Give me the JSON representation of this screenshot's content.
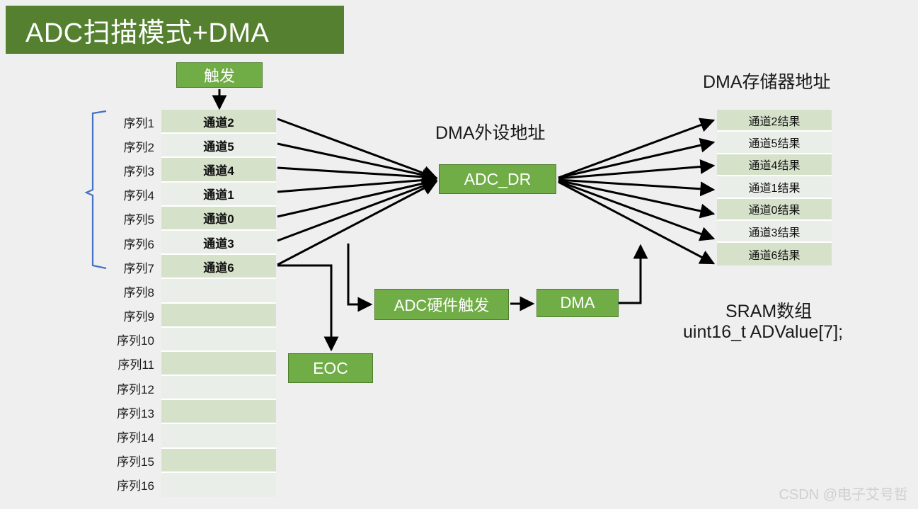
{
  "title": {
    "text": "ADC扫描模式+DMA"
  },
  "labels": {
    "dma_memory_address": "DMA存储器地址",
    "dma_peripheral_address": "DMA外设地址",
    "sram_array": "SRAM数组",
    "sram_declaration": "uint16_t ADValue[7];"
  },
  "boxes": {
    "trigger": "触发",
    "adc_dr": "ADC_DR",
    "adc_hw_trigger": "ADC硬件触发",
    "dma": "DMA",
    "eoc": "EOC"
  },
  "sequence_table": {
    "row_labels": [
      "序列1",
      "序列2",
      "序列3",
      "序列4",
      "序列5",
      "序列6",
      "序列7",
      "序列8",
      "序列9",
      "序列10",
      "序列11",
      "序列12",
      "序列13",
      "序列14",
      "序列15",
      "序列16"
    ],
    "channels": [
      "通道2",
      "通道5",
      "通道4",
      "通道1",
      "通道0",
      "通道3",
      "通道6",
      "",
      "",
      "",
      "",
      "",
      "",
      "",
      "",
      ""
    ]
  },
  "result_table": {
    "rows": [
      "通道2结果",
      "通道5结果",
      "通道4结果",
      "通道1结果",
      "通道0结果",
      "通道3结果",
      "通道6结果"
    ]
  },
  "watermark": {
    "text": "CSDN @电子艾号哲"
  },
  "colors": {
    "background": "#efefef",
    "title_banner": "#54802f",
    "box_green": "#70ad47",
    "row_dark": "#d6e1ca",
    "row_light": "#e9eee8",
    "bracket_blue": "#4472c4",
    "arrow": "#000000"
  }
}
